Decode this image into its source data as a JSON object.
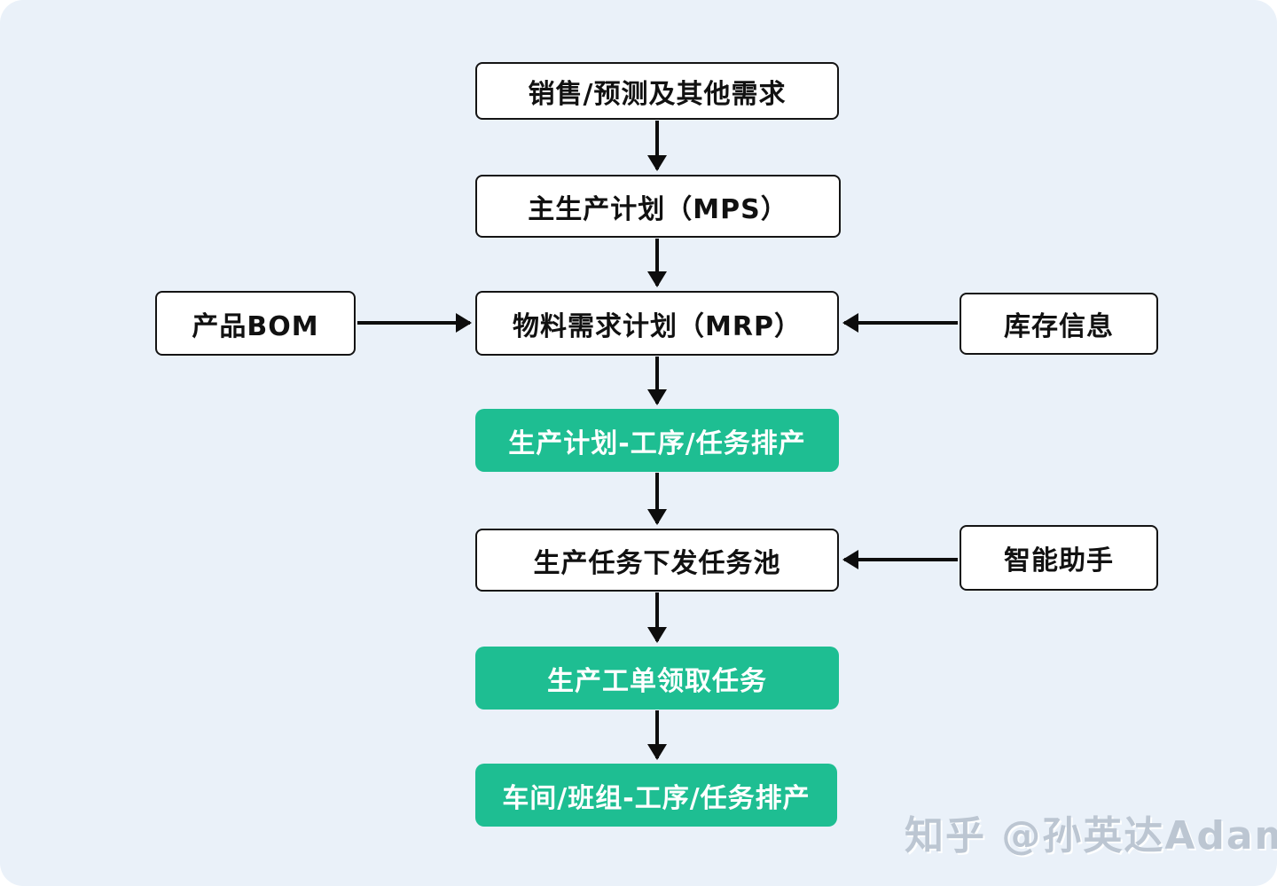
{
  "colors": {
    "panel_bg": "#eaf1f9",
    "node_green": "#1ebe92",
    "node_white": "#ffffff",
    "node_border": "#141414",
    "node_text_dark": "#111111",
    "node_text_light": "#ffffff",
    "arrow": "#0d0d0d",
    "watermark": "#bcc6d2"
  },
  "nodes": {
    "demand": {
      "label": "销售/预测及其他需求"
    },
    "mps": {
      "label": "主生产计划（MPS）"
    },
    "bom": {
      "label": "产品BOM"
    },
    "mrp": {
      "label": "物料需求计划（MRP）"
    },
    "inventory": {
      "label": "库存信息"
    },
    "plan_scheduling": {
      "label": "生产计划-工序/任务排产"
    },
    "task_pool": {
      "label": "生产任务下发任务池"
    },
    "assistant": {
      "label": "智能助手"
    },
    "work_order": {
      "label": "生产工单领取任务"
    },
    "workshop_scheduling": {
      "label": "车间/班组-工序/任务排产"
    }
  },
  "watermark": {
    "text": "知乎 @孙英达Adam"
  }
}
